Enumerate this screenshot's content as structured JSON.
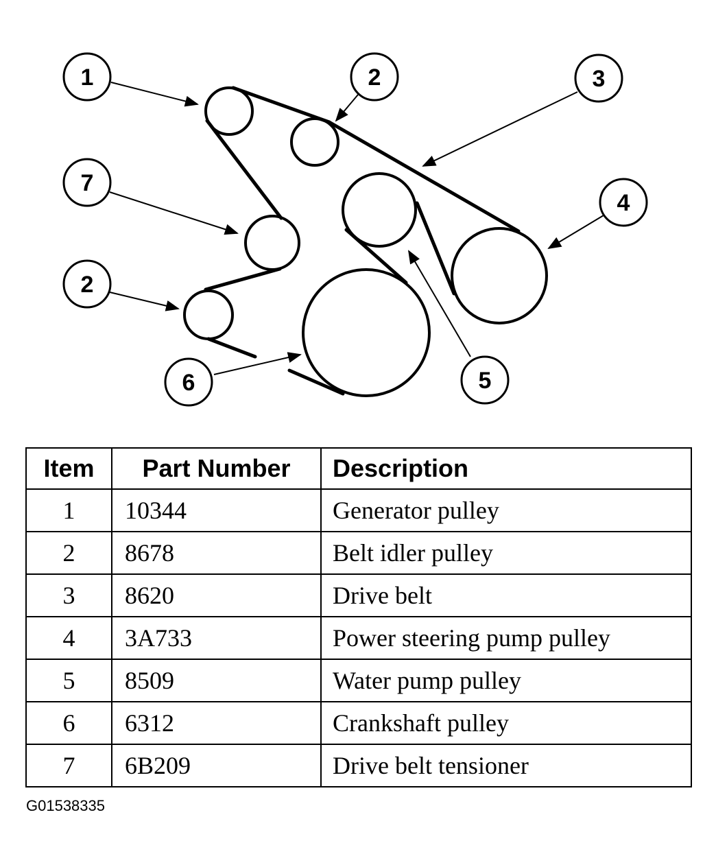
{
  "callouts": {
    "c1": "1",
    "c2a": "2",
    "c3": "3",
    "c4": "4",
    "c5": "5",
    "c6": "6",
    "c7": "7",
    "c2b": "2"
  },
  "table": {
    "headers": [
      "Item",
      "Part Number",
      "Description"
    ],
    "rows": [
      {
        "item": "1",
        "part_number": "10344",
        "description": "Generator pulley"
      },
      {
        "item": "2",
        "part_number": "8678",
        "description": "Belt idler pulley"
      },
      {
        "item": "3",
        "part_number": "8620",
        "description": "Drive belt"
      },
      {
        "item": "4",
        "part_number": "3A733",
        "description": "Power steering pump pulley"
      },
      {
        "item": "5",
        "part_number": "8509",
        "description": "Water pump pulley"
      },
      {
        "item": "6",
        "part_number": "6312",
        "description": "Crankshaft pulley"
      },
      {
        "item": "7",
        "part_number": "6B209",
        "description": "Drive belt tensioner"
      }
    ]
  },
  "figure_id": "G01538335"
}
